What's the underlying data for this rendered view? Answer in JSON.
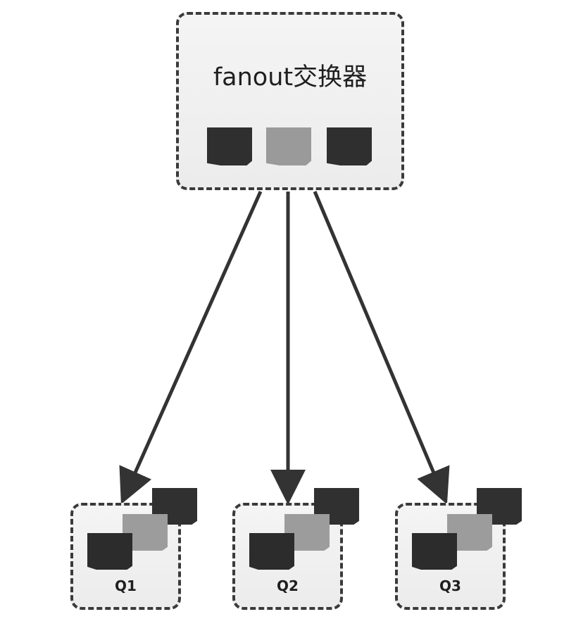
{
  "exchange": {
    "title": "fanout交换器",
    "messages": [
      "dark",
      "light",
      "dark"
    ]
  },
  "queues": [
    {
      "label": "Q1"
    },
    {
      "label": "Q2"
    },
    {
      "label": "Q3"
    }
  ],
  "colors": {
    "arrow": "#333333",
    "border": "#3a3a3a",
    "message_dark": "#2f2f2f",
    "message_light": "#9a9a9a"
  }
}
